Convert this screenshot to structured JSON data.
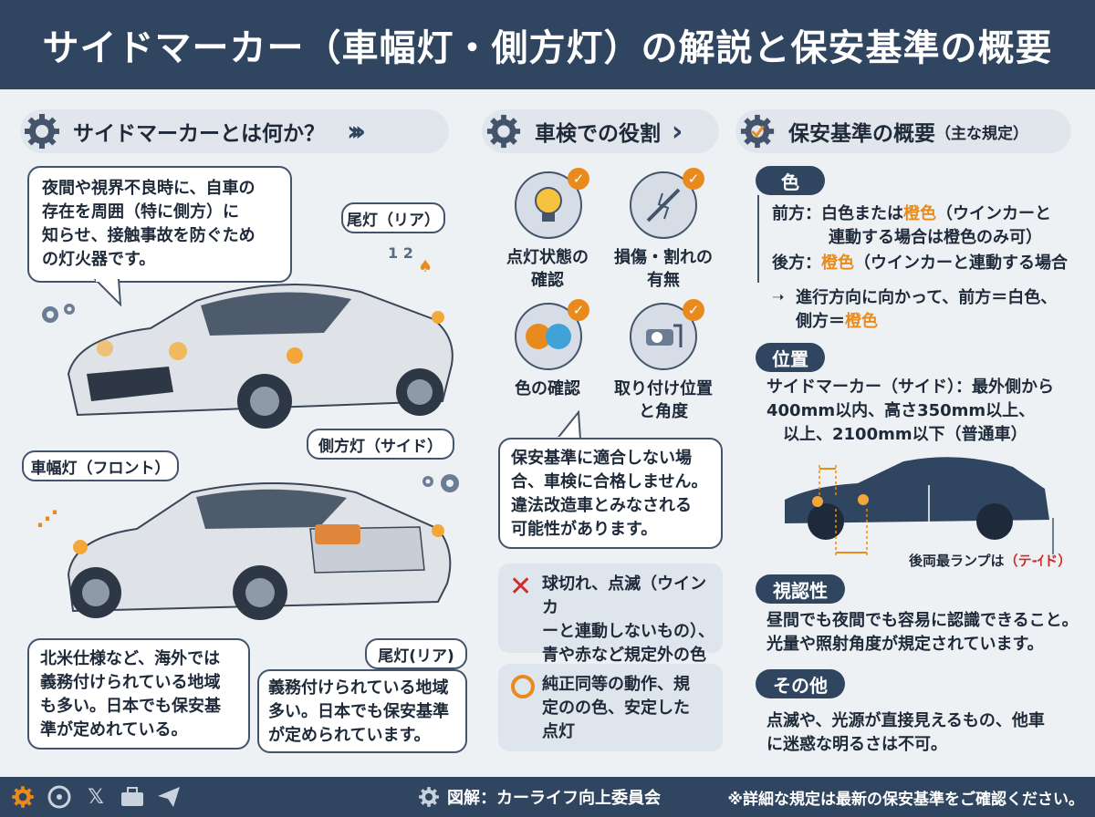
{
  "title": "サイドマーカー（車幅灯・側方灯）の解説と保安基準の概要",
  "left": {
    "heading": "サイドマーカーとは何か？",
    "intro": [
      "夜間や視界不良時に、自車の",
      "存在を周囲（特に側方）に",
      "知らせ、接触事故を防ぐため",
      "の灯火器です。"
    ],
    "label_rear_top": "尾灯（リア）",
    "marks_12": "1 2",
    "label_side": "側方灯（サイド）",
    "label_front": "車幅灯（フロント）",
    "label_rear_bottom": "尾灯(リア)",
    "note_left": [
      "北米仕様など、海外では",
      "義務付けられている地域",
      "も多い。日本でも保安基",
      "準が定めれている。"
    ],
    "note_right": [
      "義務付けられている地域",
      "多い。日本でも保安基準",
      "が定められています。"
    ]
  },
  "middle": {
    "heading": "車検での役割",
    "items": [
      {
        "icon": "lightbulb-icon",
        "lines": [
          "点灯状態の",
          "確認"
        ]
      },
      {
        "icon": "cracked-lens-icon",
        "lines": [
          "損傷・割れの",
          "有無"
        ]
      },
      {
        "icon": "color-dots-icon",
        "lines": [
          "色の確認"
        ]
      },
      {
        "icon": "mount-position-icon",
        "lines": [
          "取り付け位置",
          "と角度"
        ]
      }
    ],
    "warning": [
      "保安基準に適合しない場",
      "合、車検に合格しません。",
      "違法改造車とみなされる",
      "可能性があります。"
    ],
    "ng_lines": [
      "球切れ、点滅（ウインカ",
      "ーと連動しないもの）、",
      "青や赤など規定外の色"
    ],
    "ok_lines": [
      "純正同等の動作、規",
      "定のの色、安定した",
      "点灯"
    ]
  },
  "right": {
    "heading": "保安基準の概要",
    "heading_sub": "（主な規定）",
    "color_tag": "色",
    "front_a": "前方：白色または",
    "front_b": "橙色",
    "front_c": "（ウインカーと",
    "front_d": "連動する場合は橙色のみ可）",
    "rear_a": "後方：",
    "rear_b": "橙色",
    "rear_c": "（ウインカーと連動する場合",
    "dir_a": "進行方向に向かって、前方＝白色、",
    "dir_b": "側方＝",
    "dir_c": "橙色",
    "pos_tag": "位置",
    "pos_lines": [
      "サイドマーカー（サイド）：最外側から",
      "400mm以内、高さ350mm以上、",
      "以上、2100mm以下（普通車）"
    ],
    "diag_a": "後両最ランプは",
    "diag_b": "（テ-ｲド）",
    "vis_tag": "視認性",
    "vis_lines": [
      "昼間でも夜間でも容易に認識できること。",
      "光量や照射角度が規定されています。"
    ],
    "other_tag": "その他",
    "other_lines": [
      "点滅や、光源が直接見えるもの、他車",
      "に迷惑な明るさは不可。"
    ]
  },
  "footer": {
    "credit": "図解：カーライフ向上委員会",
    "note": "※詳細な規定は最新の保安基準をご確認ください。"
  }
}
